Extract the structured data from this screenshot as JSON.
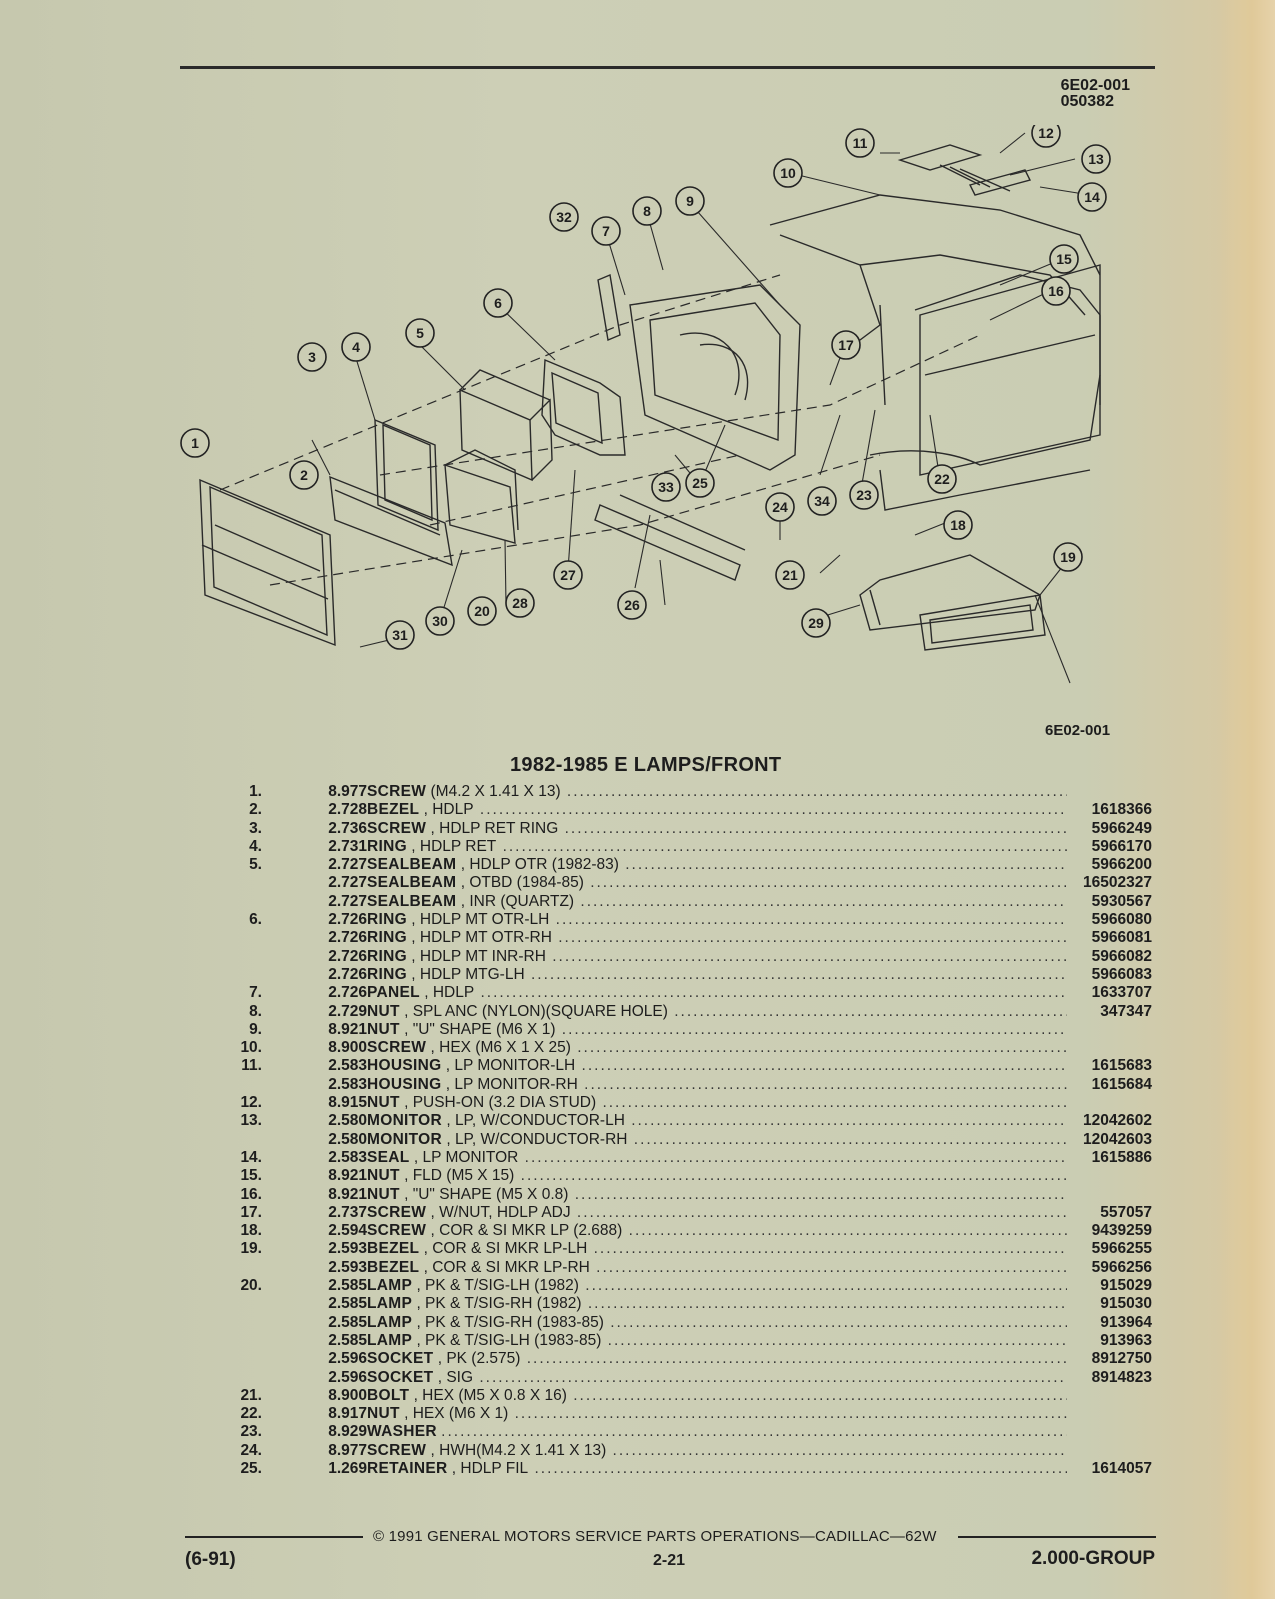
{
  "header": {
    "code_line1": "6E02-001",
    "code_line2": "050382"
  },
  "diagram": {
    "figure_code": "6E02-001",
    "callouts": [
      "1",
      "2",
      "3",
      "4",
      "5",
      "6",
      "7",
      "8",
      "9",
      "10",
      "11",
      "12",
      "13",
      "14",
      "15",
      "16",
      "17",
      "18",
      "19",
      "20",
      "21",
      "22",
      "23",
      "24",
      "25",
      "26",
      "27",
      "28",
      "29",
      "30",
      "31",
      "32",
      "33",
      "34"
    ]
  },
  "title": "1982-1985 E LAMPS/FRONT",
  "parts": [
    {
      "idx": "1.",
      "grp": "8.977",
      "name": "SCREW",
      "spec": "(M4.2 X 1.41 X 13)",
      "pno": ""
    },
    {
      "idx": "2.",
      "grp": "2.728",
      "name": "BEZEL",
      "spec": ", HDLP",
      "pno": "1618366"
    },
    {
      "idx": "3.",
      "grp": "2.736",
      "name": "SCREW",
      "spec": ", HDLP RET RING",
      "pno": "5966249"
    },
    {
      "idx": "4.",
      "grp": "2.731",
      "name": "RING",
      "spec": ", HDLP RET",
      "pno": "5966170"
    },
    {
      "idx": "5.",
      "grp": "2.727",
      "name": "SEALBEAM",
      "spec": ", HDLP OTR (1982-83)",
      "pno": "5966200"
    },
    {
      "idx": "",
      "grp": "2.727",
      "name": "SEALBEAM",
      "spec": ", OTBD (1984-85)",
      "pno": "16502327"
    },
    {
      "idx": "",
      "grp": "2.727",
      "name": "SEALBEAM",
      "spec": ", INR (QUARTZ)",
      "pno": "5930567"
    },
    {
      "idx": "6.",
      "grp": "2.726",
      "name": "RING",
      "spec": ", HDLP MT OTR-LH",
      "pno": "5966080"
    },
    {
      "idx": "",
      "grp": "2.726",
      "name": "RING",
      "spec": ", HDLP MT OTR-RH",
      "pno": "5966081"
    },
    {
      "idx": "",
      "grp": "2.726",
      "name": "RING",
      "spec": ", HDLP MT INR-RH",
      "pno": "5966082"
    },
    {
      "idx": "",
      "grp": "2.726",
      "name": "RING",
      "spec": ", HDLP MTG-LH",
      "pno": "5966083"
    },
    {
      "idx": "7.",
      "grp": "2.726",
      "name": "PANEL",
      "spec": ", HDLP",
      "pno": "1633707"
    },
    {
      "idx": "8.",
      "grp": "2.729",
      "name": "NUT",
      "spec": ", SPL ANC (NYLON)(SQUARE HOLE)",
      "pno": "347347"
    },
    {
      "idx": "9.",
      "grp": "8.921",
      "name": "NUT",
      "spec": ", \"U\" SHAPE (M6 X 1)",
      "pno": ""
    },
    {
      "idx": "10.",
      "grp": "8.900",
      "name": "SCREW",
      "spec": ", HEX (M6 X 1 X 25)",
      "pno": ""
    },
    {
      "idx": "11.",
      "grp": "2.583",
      "name": "HOUSING",
      "spec": ", LP MONITOR-LH",
      "pno": "1615683"
    },
    {
      "idx": "",
      "grp": "2.583",
      "name": "HOUSING",
      "spec": ", LP MONITOR-RH",
      "pno": "1615684"
    },
    {
      "idx": "12.",
      "grp": "8.915",
      "name": "NUT",
      "spec": ", PUSH-ON (3.2 DIA STUD)",
      "pno": ""
    },
    {
      "idx": "13.",
      "grp": "2.580",
      "name": "MONITOR",
      "spec": ", LP, W/CONDUCTOR-LH",
      "pno": "12042602"
    },
    {
      "idx": "",
      "grp": "2.580",
      "name": "MONITOR",
      "spec": ", LP, W/CONDUCTOR-RH",
      "pno": "12042603"
    },
    {
      "idx": "14.",
      "grp": "2.583",
      "name": "SEAL",
      "spec": ", LP MONITOR",
      "pno": "1615886"
    },
    {
      "idx": "15.",
      "grp": "8.921",
      "name": "NUT",
      "spec": ", FLD (M5 X 15)",
      "pno": ""
    },
    {
      "idx": "16.",
      "grp": "8.921",
      "name": "NUT",
      "spec": ", \"U\" SHAPE (M5 X 0.8)",
      "pno": ""
    },
    {
      "idx": "17.",
      "grp": "2.737",
      "name": "SCREW",
      "spec": ", W/NUT, HDLP ADJ",
      "pno": "557057"
    },
    {
      "idx": "18.",
      "grp": "2.594",
      "name": "SCREW",
      "spec": ", COR & SI MKR LP (2.688)",
      "pno": "9439259"
    },
    {
      "idx": "19.",
      "grp": "2.593",
      "name": "BEZEL",
      "spec": ", COR & SI MKR LP-LH",
      "pno": "5966255"
    },
    {
      "idx": "",
      "grp": "2.593",
      "name": "BEZEL",
      "spec": ", COR & SI MKR LP-RH",
      "pno": "5966256"
    },
    {
      "idx": "20.",
      "grp": "2.585",
      "name": "LAMP",
      "spec": ", PK & T/SIG-LH (1982)",
      "pno": "915029"
    },
    {
      "idx": "",
      "grp": "2.585",
      "name": "LAMP",
      "spec": ", PK & T/SIG-RH (1982)",
      "pno": "915030"
    },
    {
      "idx": "",
      "grp": "2.585",
      "name": "LAMP",
      "spec": ", PK & T/SIG-RH (1983-85)",
      "pno": "913964"
    },
    {
      "idx": "",
      "grp": "2.585",
      "name": "LAMP",
      "spec": ", PK & T/SIG-LH (1983-85)",
      "pno": "913963"
    },
    {
      "idx": "",
      "grp": "2.596",
      "name": "SOCKET",
      "spec": ", PK (2.575)",
      "pno": "8912750"
    },
    {
      "idx": "",
      "grp": "2.596",
      "name": "SOCKET",
      "spec": ", SIG",
      "pno": "8914823"
    },
    {
      "idx": "21.",
      "grp": "8.900",
      "name": "BOLT",
      "spec": ", HEX (M5 X 0.8 X 16)",
      "pno": ""
    },
    {
      "idx": "22.",
      "grp": "8.917",
      "name": "NUT",
      "spec": ", HEX (M6 X 1)",
      "pno": ""
    },
    {
      "idx": "23.",
      "grp": "8.929",
      "name": "WASHER",
      "spec": "",
      "pno": ""
    },
    {
      "idx": "24.",
      "grp": "8.977",
      "name": "SCREW",
      "spec": ", HWH(M4.2 X 1.41 X 13)",
      "pno": ""
    },
    {
      "idx": "25.",
      "grp": "1.269",
      "name": "RETAINER",
      "spec": ", HDLP FIL",
      "pno": "1614057"
    }
  ],
  "footer": {
    "copyright": "©  1991  GENERAL MOTORS SERVICE PARTS OPERATIONS—CADILLAC—62W",
    "revision": "(6-91)",
    "page": "2-21",
    "group": "2.000-GROUP"
  }
}
